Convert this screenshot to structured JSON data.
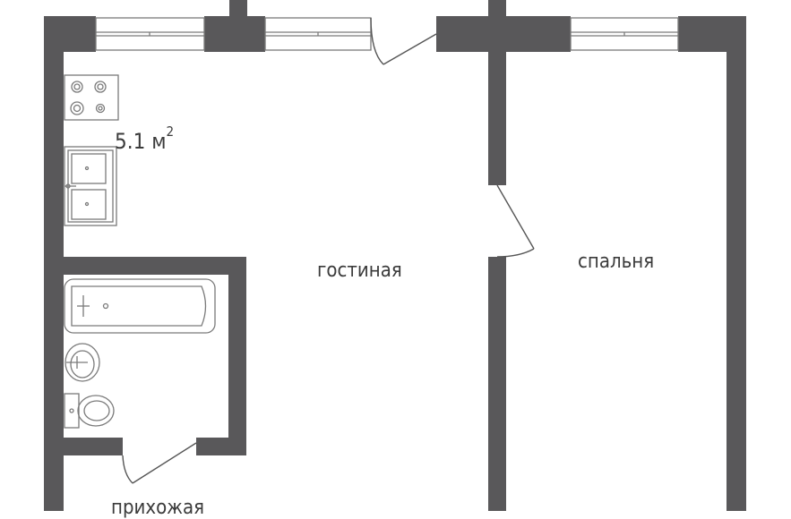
{
  "rooms": {
    "kitchen_area": {
      "value": "5.1",
      "unit": "м",
      "exponent": "2"
    },
    "living_room": "гостиная",
    "bedroom": "спальня",
    "hallway": "прихожая"
  },
  "colors": {
    "wall": "#59585a",
    "fixture_line": "#7a7a7a",
    "text": "#3b3b3b",
    "background": "#ffffff"
  }
}
